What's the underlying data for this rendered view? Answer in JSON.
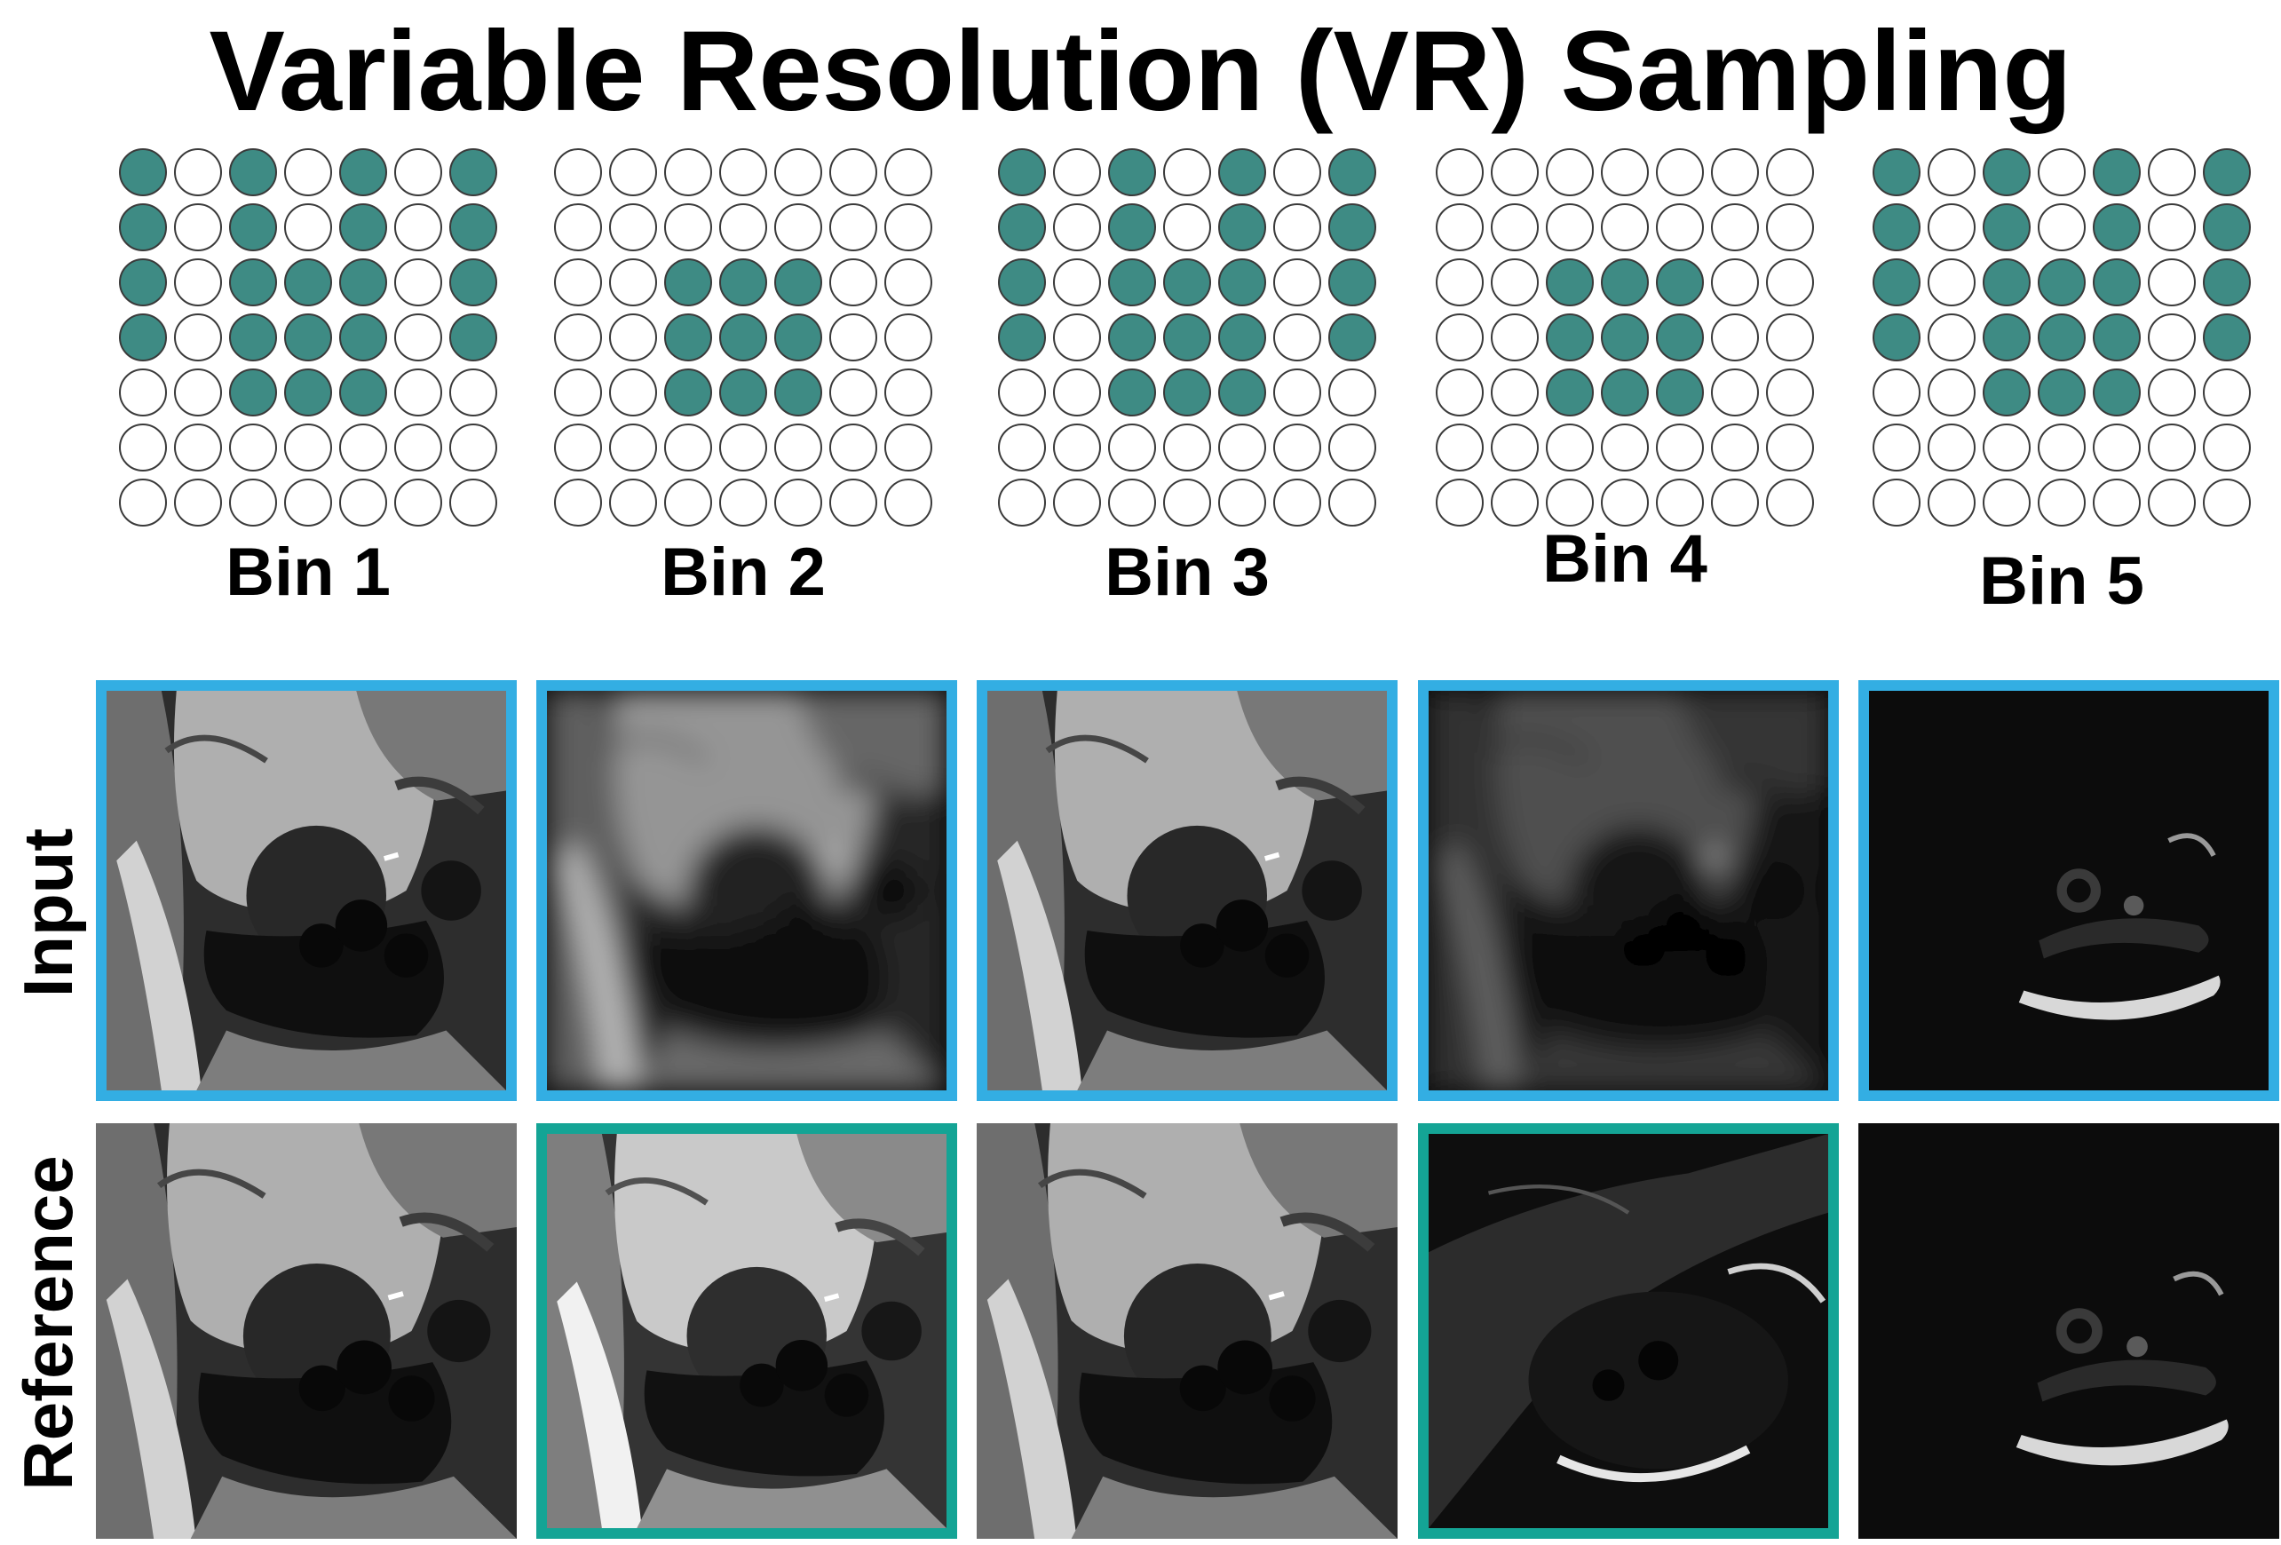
{
  "title": "Variable Resolution (VR) Sampling",
  "colors": {
    "sampled_fill": "#3e8b84",
    "input_frame": "#33aee3",
    "reference_highlight_frame": "#14a495"
  },
  "row_labels": {
    "input": "Input",
    "reference": "Reference"
  },
  "bins": [
    {
      "label": "Bin 1",
      "mask": [
        "1010101",
        "1010101",
        "1011101",
        "1011101",
        "0011100",
        "0000000",
        "0000000"
      ]
    },
    {
      "label": "Bin 2",
      "mask": [
        "0000000",
        "0000000",
        "0011100",
        "0011100",
        "0011100",
        "0000000",
        "0000000"
      ]
    },
    {
      "label": "Bin 3",
      "mask": [
        "1010101",
        "1010101",
        "1011101",
        "1011101",
        "0011100",
        "0000000",
        "0000000"
      ]
    },
    {
      "label": "Bin 4",
      "mask": [
        "0000000",
        "0000000",
        "0011100",
        "0011100",
        "0011100",
        "0000000",
        "0000000"
      ]
    },
    {
      "label": "Bin 5",
      "mask": [
        "1010101",
        "1010101",
        "1011101",
        "1011101",
        "0011100",
        "0000000",
        "0000000"
      ]
    }
  ],
  "images": {
    "input": [
      {
        "style": "sharp",
        "bright": 1.0
      },
      {
        "style": "blurred",
        "bright": 0.85
      },
      {
        "style": "sharp",
        "bright": 1.0
      },
      {
        "style": "blurred",
        "bright": 0.45
      },
      {
        "style": "dark",
        "bright": 1.0
      }
    ],
    "reference": [
      {
        "style": "sharp",
        "bright": 1.0,
        "highlight": false
      },
      {
        "style": "sharp",
        "bright": 1.15,
        "highlight": true
      },
      {
        "style": "sharp",
        "bright": 1.0,
        "highlight": false
      },
      {
        "style": "dim",
        "bright": 1.0,
        "highlight": true
      },
      {
        "style": "dark",
        "bright": 1.0,
        "highlight": false
      }
    ]
  }
}
